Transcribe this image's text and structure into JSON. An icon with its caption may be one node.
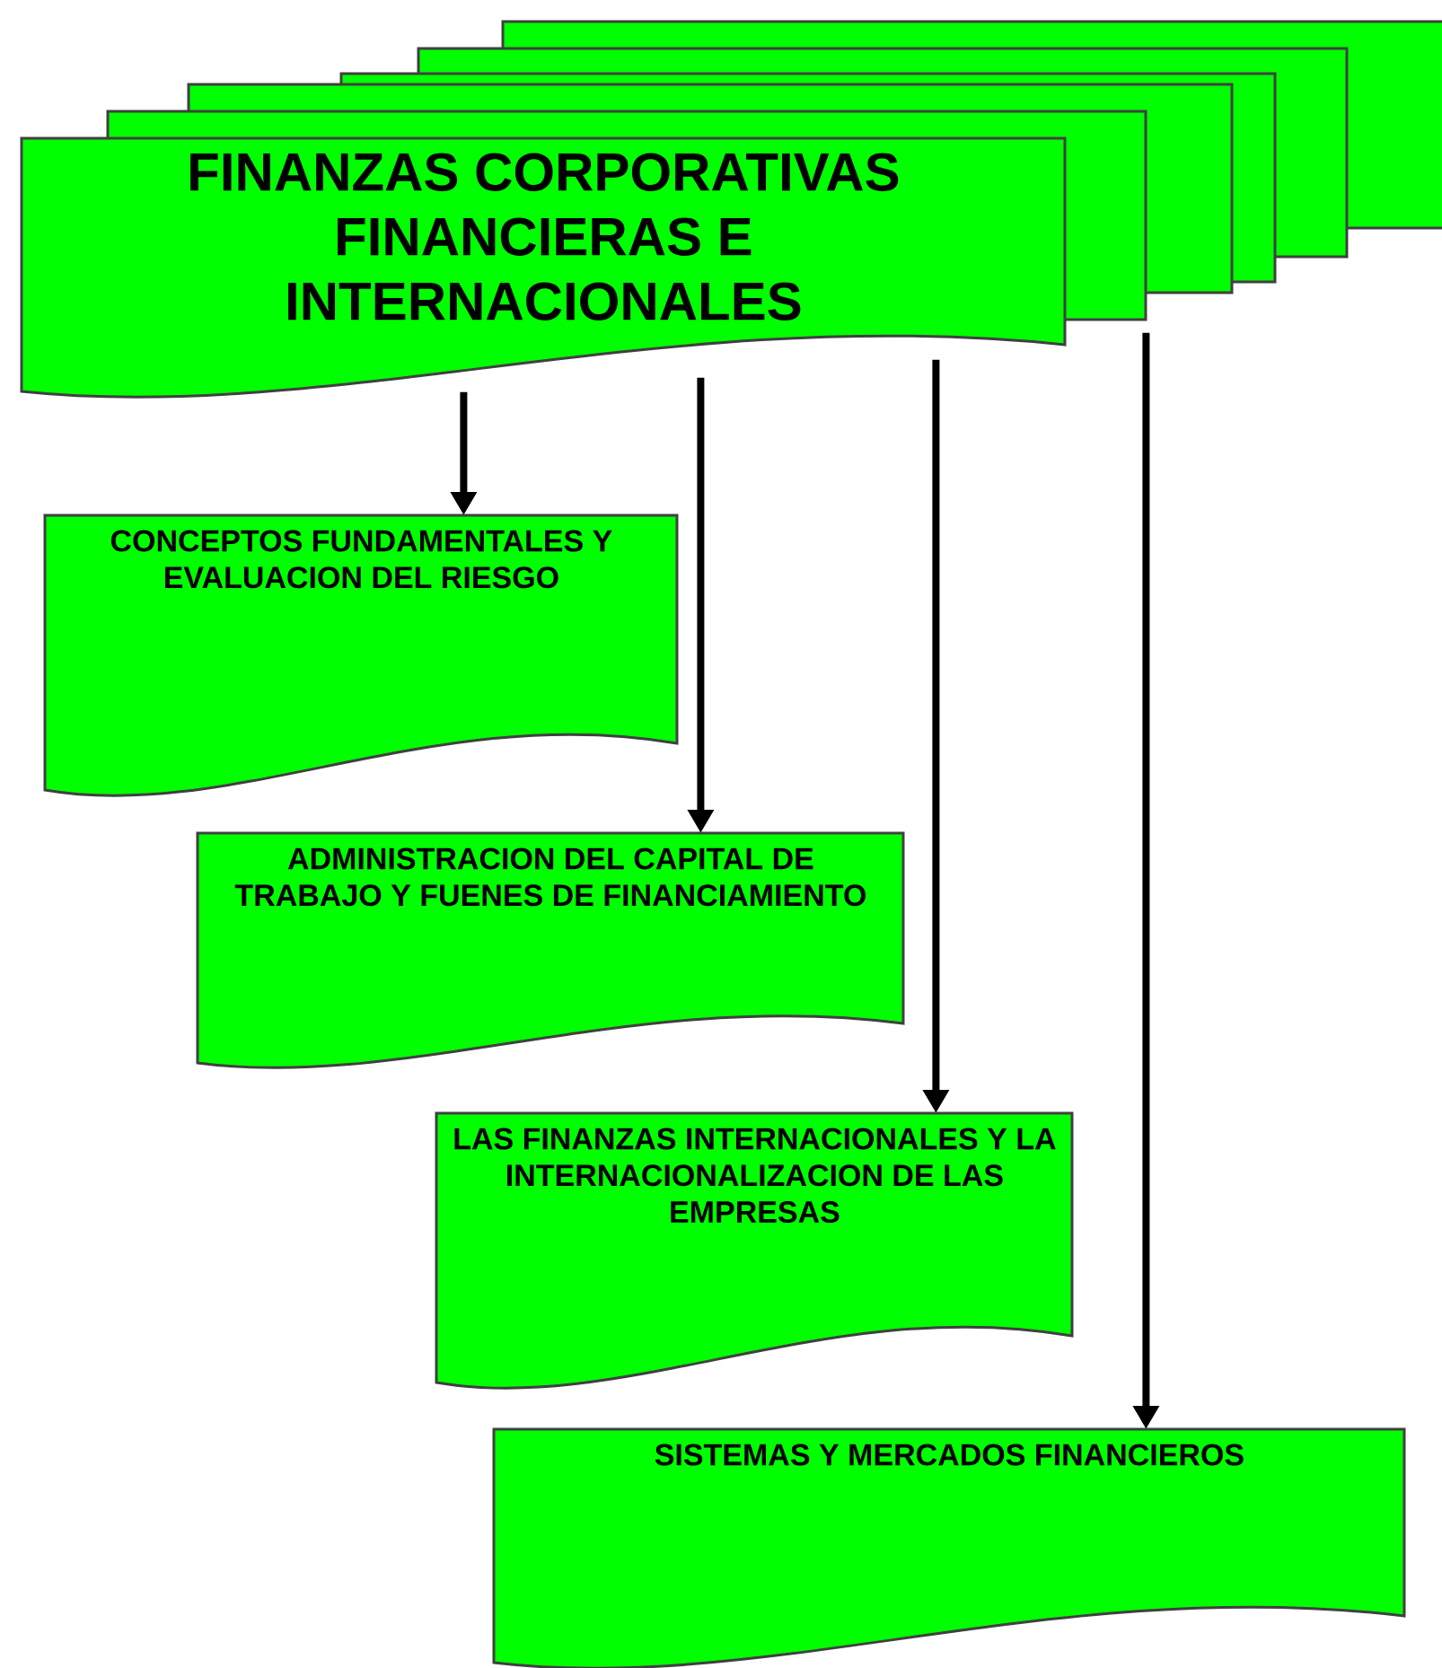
{
  "diagram": {
    "nodes": [
      {
        "text": [
          "FINANZAS CORPORATIVAS FINANCIERAS E INTERNACIONALES"
        ]
      },
      {
        "text": [
          "CONCEPTOS FUNDAMENTALES Y EVALUACION DEL RIESGO"
        ]
      },
      {
        "text": [
          "ADMINISTRACION DEL CAPITAL DE TRABAJO Y FUENES DE FINANCIAMIENTO"
        ]
      },
      {
        "text": [
          "LAS FINANZAS INTERNACIONALES Y LA INTERNACIONALIZACION DE LAS EMPRESAS"
        ]
      },
      {
        "text": [
          "SISTEMAS Y MERCADOS FINANCIEROS"
        ]
      }
    ],
    "edges": [
      {
        "from": 0,
        "to": 1,
        "arrow": "to"
      },
      {
        "from": 0,
        "to": 2,
        "arrow": "to"
      },
      {
        "from": 0,
        "to": 3,
        "arrow": "to"
      },
      {
        "from": 0,
        "to": 4,
        "arrow": "to"
      }
    ]
  }
}
